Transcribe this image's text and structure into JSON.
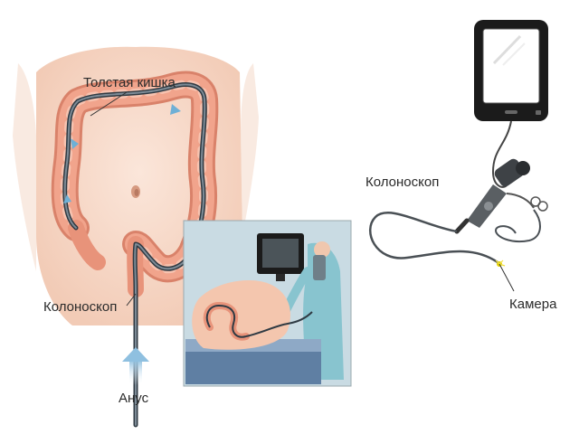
{
  "labels": {
    "large_intestine": "Толстая кишка",
    "colonoscope_left": "Колоноскоп",
    "anus": "Анус",
    "colonoscope_right": "Колоноскоп",
    "camera": "Камера"
  },
  "colors": {
    "skin": "#f6d8c6",
    "skin_shadow": "#e9b59c",
    "colon": "#f1a48c",
    "colon_outline": "#d9826a",
    "scope": "#4a5a66",
    "arrow": "#7fb5d8",
    "scene_bg": "#c9dbe3",
    "monitor": "#1b1b1b"
  },
  "icons": {
    "monitor": "monitor-icon",
    "arrow": "up-arrow-icon"
  }
}
